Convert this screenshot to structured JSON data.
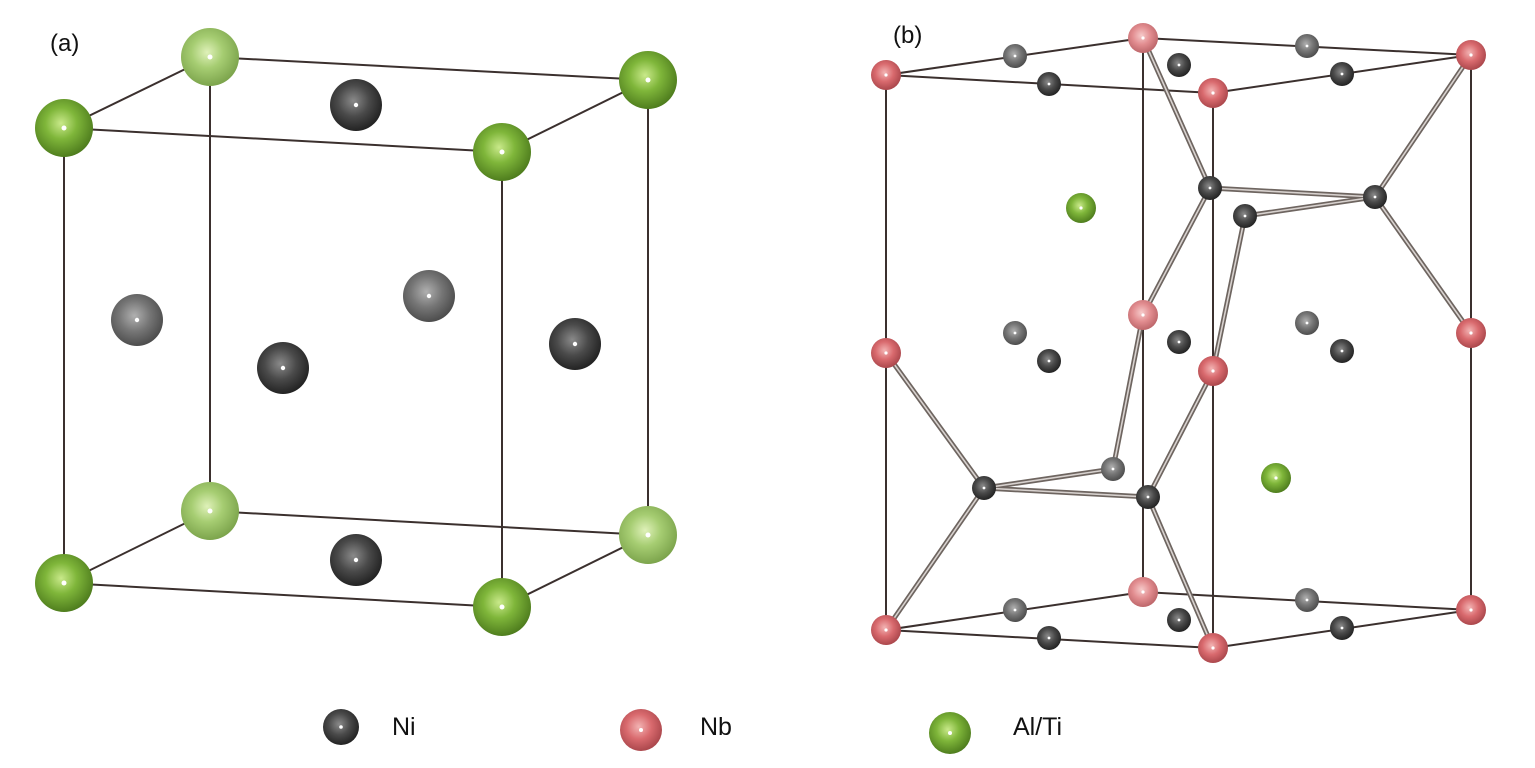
{
  "panels": {
    "a": {
      "label": "(a)"
    },
    "b": {
      "label": "(b)"
    }
  },
  "legend": [
    {
      "key": "ni",
      "text": "Ni"
    },
    {
      "key": "nb",
      "text": "Nb"
    },
    {
      "key": "alti",
      "text": "Al/Ti"
    }
  ],
  "colors": {
    "ni": "#3f3f3f",
    "nb": "#d96a6e",
    "alti": "#7fb63a",
    "frame": "#3b302e",
    "bond": "#8f8580"
  }
}
